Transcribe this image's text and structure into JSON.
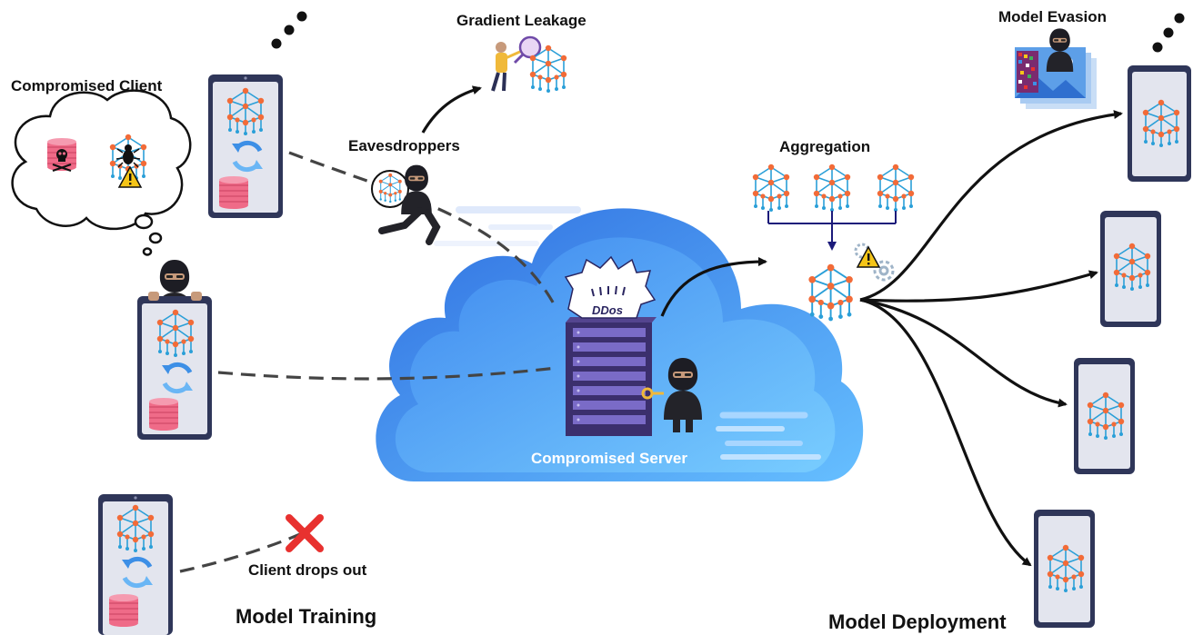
{
  "labels": {
    "compromised_client": "Compromised Client",
    "gradient_leakage": "Gradient Leakage",
    "eavesdroppers": "Eavesdroppers",
    "aggregation": "Aggregation",
    "model_evasion": "Model Evasion",
    "ddos": "DDos",
    "compromised_server": "Compromised Server",
    "client_drops_out": "Client drops out",
    "model_training": "Model Training",
    "model_deployment": "Model Deployment"
  },
  "icons": {
    "phone": "phone-icon",
    "neural_network": "neural-network-icon",
    "sync": "sync-icon",
    "database": "database-icon",
    "hacker": "hacker-icon",
    "skull": "skull-icon",
    "bug": "bug-icon",
    "warning": "warning-icon",
    "magnifier": "magnifier-icon",
    "server": "server-icon",
    "key": "key-icon",
    "gear": "gear-icon",
    "image": "image-icon",
    "cross": "cross-icon",
    "cloud": "cloud-icon"
  },
  "colors": {
    "cloud_dark": "#3a78e6",
    "cloud_light": "#6fc0ff",
    "phone_frame": "#2f3659",
    "phone_screen": "#e3e5ee",
    "network_node": "#f26b38",
    "network_edge": "#2a9fd8",
    "database": "#ef6b88",
    "server": "#3b2f6d",
    "warning": "#f5c518",
    "cross": "#e8312f",
    "arrow": "#111111",
    "dash": "#444444",
    "aggregation_link": "#1b1a7a"
  }
}
